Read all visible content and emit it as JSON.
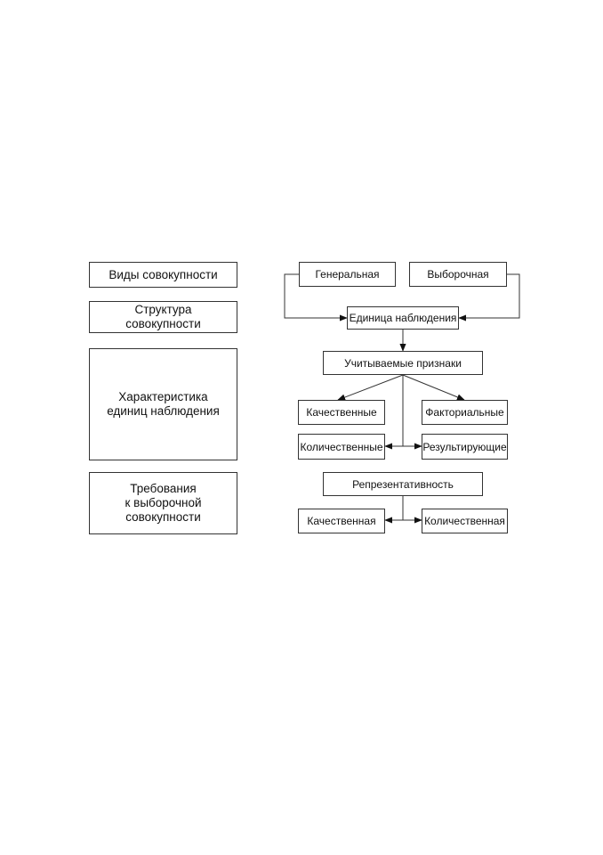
{
  "left_column": {
    "types": "Виды совокупности",
    "structure": "Структура\nсовокупности",
    "characteristic": "Характеристика\nединиц наблюдения",
    "requirements": "Требования\nк выборочной\nсовокупности"
  },
  "right_column": {
    "general": "Генеральная",
    "sample": "Выборочная",
    "unit": "Единица наблюдения",
    "features": "Учитываемые признаки",
    "qualitative": "Качественные",
    "factorial": "Факториальные",
    "quantitative": "Количественные",
    "resultant": "Результирующие",
    "representativeness": "Репрезентативность",
    "qualitative_rep": "Качественная",
    "quantitative_rep": "Количественная"
  }
}
